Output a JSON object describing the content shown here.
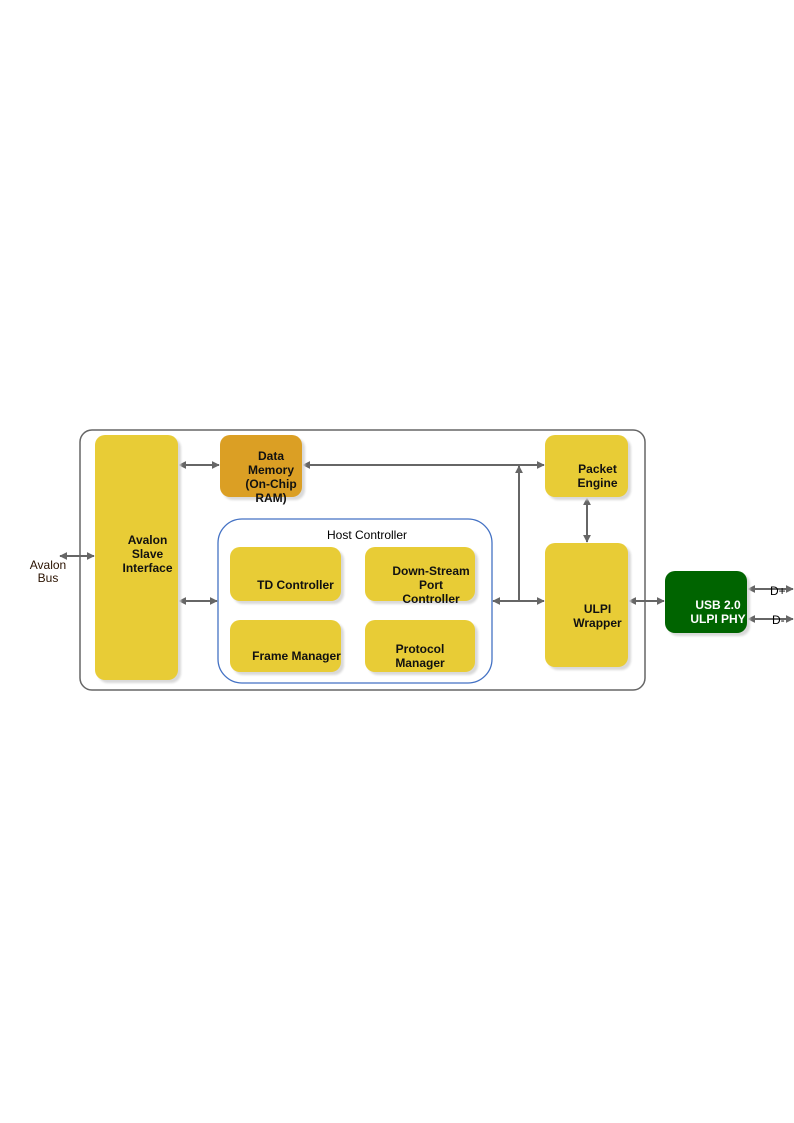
{
  "external": {
    "avalon_bus": "Avalon\nBus",
    "d_plus": "D+",
    "d_minus": "D-"
  },
  "blocks": {
    "avalon_slave": "Avalon\nSlave\nInterface",
    "data_memory": "Data\nMemory\n(On-Chip\nRAM)",
    "packet_engine": "Packet\nEngine",
    "host_controller": "Host Controller",
    "td_controller": "TD Controller",
    "down_stream": "Down-Stream\nPort\nController",
    "frame_manager": "Frame Manager",
    "protocol_manager": "Protocol\nManager",
    "ulpi_wrapper": "ULPI\nWrapper",
    "usb_phy": "USB 2.0\nULPI PHY"
  },
  "colors": {
    "block": "#E8CC36",
    "memory": "#DB9F24",
    "phy": "#006400",
    "host_border": "#4472C4",
    "arrow": "#666666"
  }
}
